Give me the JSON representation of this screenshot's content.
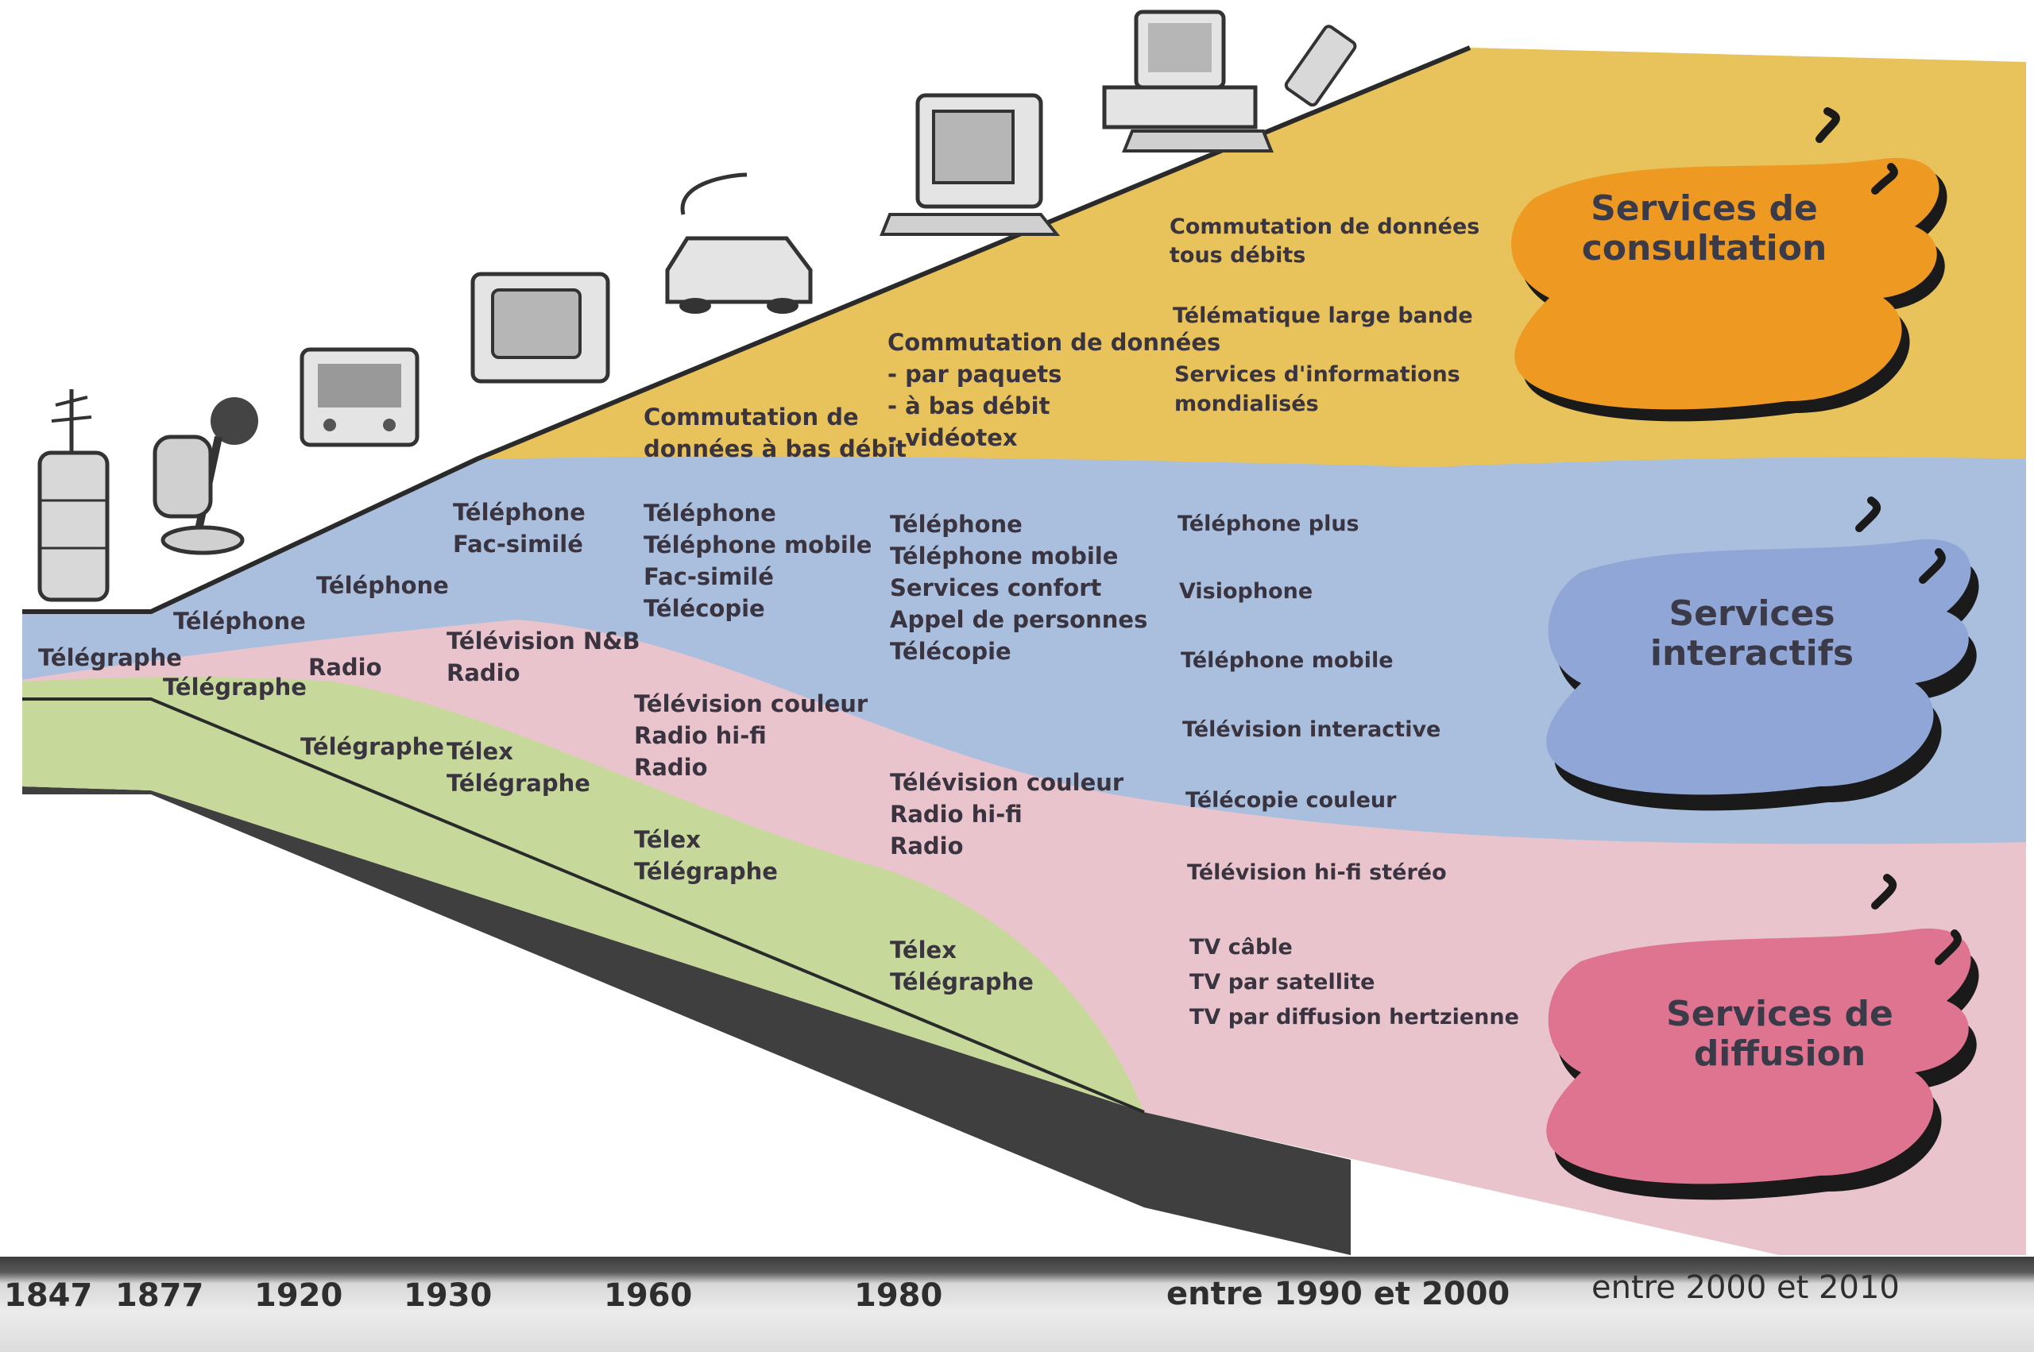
{
  "palette": {
    "consultation": "#e8c25a",
    "interactive": "#a9bfdd",
    "broadcast": "#eac4cc",
    "legacy": "#c6d89a",
    "base": "#3f3f3f",
    "blob_consultation": "#ee9a22",
    "blob_interactive": "#90a6d6",
    "blob_broadcast": "#de7490"
  },
  "categories": {
    "consultation": [
      "Services de",
      "consultation"
    ],
    "interactive": [
      "Services",
      "interactifs"
    ],
    "broadcast": [
      "Services de",
      "diffusion"
    ]
  },
  "timeline": [
    "1847",
    "1877",
    "1920",
    "1930",
    "1960",
    "1980",
    "entre 1990 et 2000",
    "entre 2000 et 2010"
  ],
  "icons": [
    "telegraph-icon",
    "telephone-icon",
    "radio-icon",
    "television-icon",
    "car-phone-icon",
    "terminal-icon",
    "computer-icon",
    "mobile-phone-icon"
  ],
  "col1847": {
    "l1": "Télégraphe"
  },
  "col1877": {
    "l1": "Téléphone",
    "l2": "Télégraphe"
  },
  "col1920": {
    "l1": "Téléphone",
    "l2": "Radio",
    "l3": "Télégraphe"
  },
  "col1930": {
    "interactive": [
      "Téléphone",
      "Fac-similé"
    ],
    "broadcast": [
      "Télévision N&B",
      "Radio"
    ],
    "legacy": [
      "Télex",
      "Télégraphe"
    ]
  },
  "col1960": {
    "consultation": [
      "Commutation de",
      "données à bas débit"
    ],
    "interactive": [
      "Téléphone",
      "Téléphone mobile",
      "Fac-similé",
      "Télécopie"
    ],
    "broadcast": [
      "Télévision couleur",
      "Radio hi-fi",
      "Radio"
    ],
    "legacy": [
      "Télex",
      "Télégraphe"
    ]
  },
  "col1980": {
    "consultation": [
      "Commutation de données",
      "- par paquets",
      "- à bas débit",
      "- vidéotex"
    ],
    "interactive": [
      "Téléphone",
      "Téléphone mobile",
      "Services confort",
      "Appel de personnes",
      "Télécopie"
    ],
    "broadcast": [
      "Télévision couleur",
      "Radio hi-fi",
      "Radio"
    ],
    "legacy": [
      "Télex",
      "Télégraphe"
    ]
  },
  "col1990": {
    "consultation1": [
      "Commutation de données",
      "tous débits"
    ],
    "consultation2": "Télématique large bande",
    "consultation3": [
      "Services d'informations",
      "mondialisés"
    ],
    "interactive": [
      "Téléphone plus",
      "Visiophone",
      "Téléphone mobile",
      "Télévision interactive",
      "Télécopie couleur"
    ],
    "broadcast1": "Télévision hi-fi stéréo",
    "broadcast2": [
      "TV câble",
      "TV par satellite",
      "TV par diffusion hertzienne"
    ]
  }
}
